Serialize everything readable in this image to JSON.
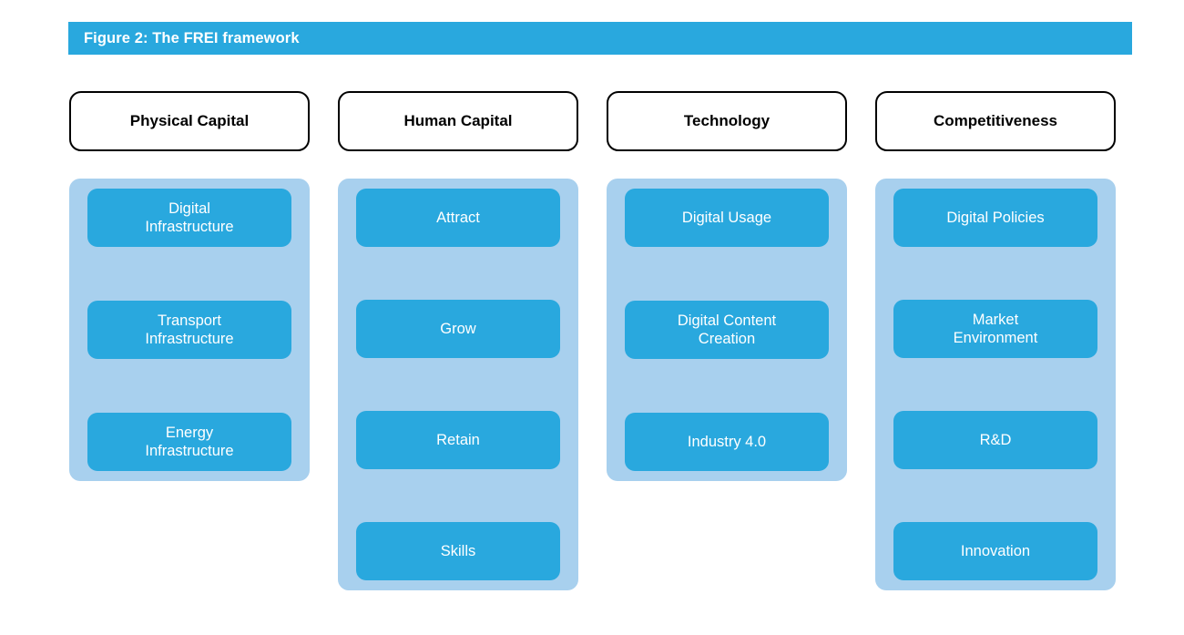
{
  "figure": {
    "title": "Figure 2: The FREI framework",
    "title_bar_color": "#29a8de",
    "panel_color": "#a8d0ee",
    "pill_color": "#29a8de",
    "header_border_color": "#000000",
    "background_color": "#ffffff",
    "title_text_color": "#ffffff",
    "pill_text_color": "#ffffff"
  },
  "columns": [
    {
      "header": "Physical Capital",
      "items": [
        {
          "label": "Digital\nInfrastructure"
        },
        {
          "label": "Transport\nInfrastructure"
        },
        {
          "label": "Energy\nInfrastructure"
        }
      ]
    },
    {
      "header": "Human Capital",
      "items": [
        {
          "label": "Attract"
        },
        {
          "label": "Grow"
        },
        {
          "label": "Retain"
        },
        {
          "label": "Skills"
        }
      ]
    },
    {
      "header": "Technology",
      "items": [
        {
          "label": "Digital Usage"
        },
        {
          "label": "Digital Content\nCreation"
        },
        {
          "label": "Industry 4.0"
        }
      ]
    },
    {
      "header": "Competitiveness",
      "items": [
        {
          "label": "Digital Policies"
        },
        {
          "label": "Market\nEnvironment"
        },
        {
          "label": "R&D"
        },
        {
          "label": "Innovation"
        }
      ]
    }
  ]
}
